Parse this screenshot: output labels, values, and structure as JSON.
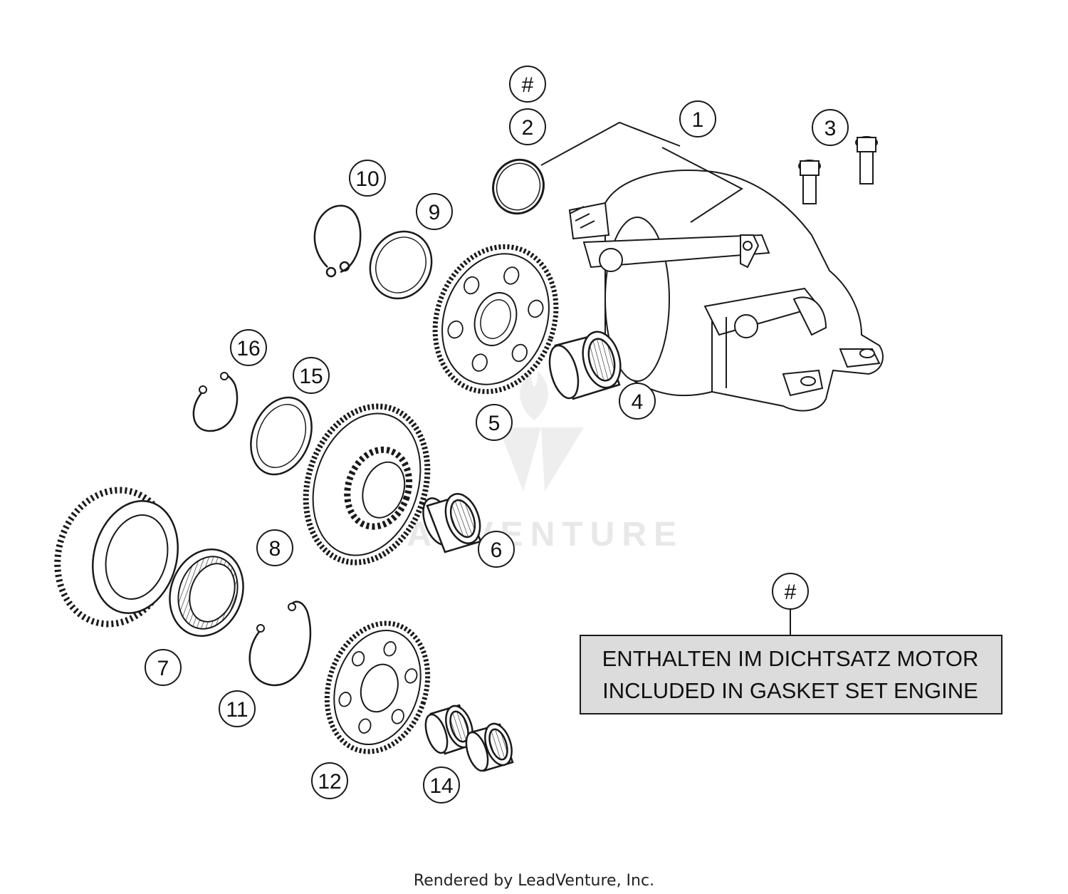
{
  "callouts": {
    "c1": "1",
    "c2": "2",
    "c3": "3",
    "c4": "4",
    "c5": "5",
    "c6": "6",
    "c7": "7",
    "c8": "8",
    "c9": "9",
    "c10": "10",
    "c11": "11",
    "c12": "12",
    "c14": "14",
    "c15": "15",
    "c16": "16",
    "hash_top": "#",
    "hash_note": "#"
  },
  "note": {
    "line1": "ENTHALTEN IM DICHTSATZ MOTOR",
    "line2": "INCLUDED IN GASKET SET ENGINE"
  },
  "watermark": "LEADVENTURE",
  "footer": "Rendered by LeadVenture, Inc.",
  "colors": {
    "line": "#1a1a1a",
    "note_fill": "#dcdcdc",
    "watermark": "#e6e6e6"
  }
}
